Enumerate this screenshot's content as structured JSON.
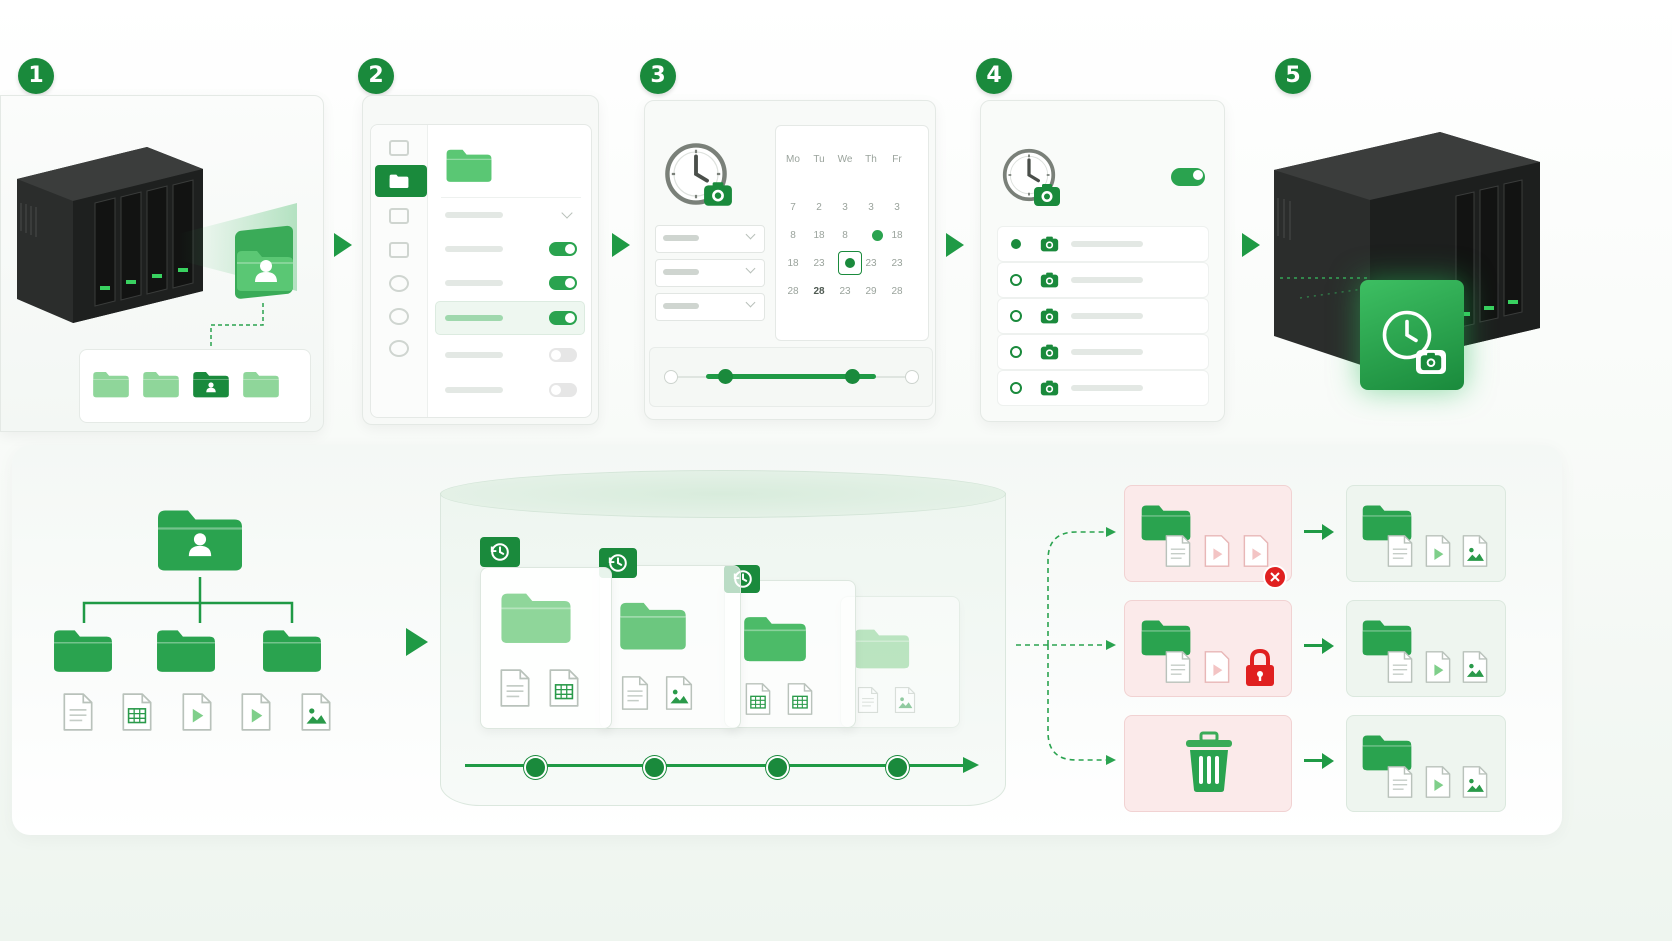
{
  "steps": [
    {
      "number": "1",
      "name": "select-shared-folder"
    },
    {
      "number": "2",
      "name": "enable-snapshot-settings"
    },
    {
      "number": "3",
      "name": "schedule-snapshots"
    },
    {
      "number": "4",
      "name": "snapshot-list"
    },
    {
      "number": "5",
      "name": "protected-nas"
    }
  ],
  "calendar": {
    "header": [
      "Mo",
      "Tu",
      "We",
      "Th",
      "Fr"
    ],
    "rows": [
      [
        "7",
        "2",
        "3",
        "3",
        "3"
      ],
      [
        "8",
        "18",
        "8",
        "",
        "18"
      ],
      [
        "18",
        "23",
        "",
        "23",
        "23"
      ],
      [
        "28",
        "28",
        "23",
        "29",
        "28"
      ]
    ]
  },
  "colors": {
    "accent": "#1a8a3c",
    "accent_light": "#7fcf8a",
    "danger": "#e02020",
    "danger_bg": "#fbe9e9"
  },
  "icons": [
    "nas-icon",
    "folder-icon",
    "user-icon",
    "clock-icon",
    "camera-icon",
    "lock-icon",
    "trash-icon",
    "document-icon",
    "spreadsheet-icon",
    "video-icon",
    "image-icon"
  ]
}
